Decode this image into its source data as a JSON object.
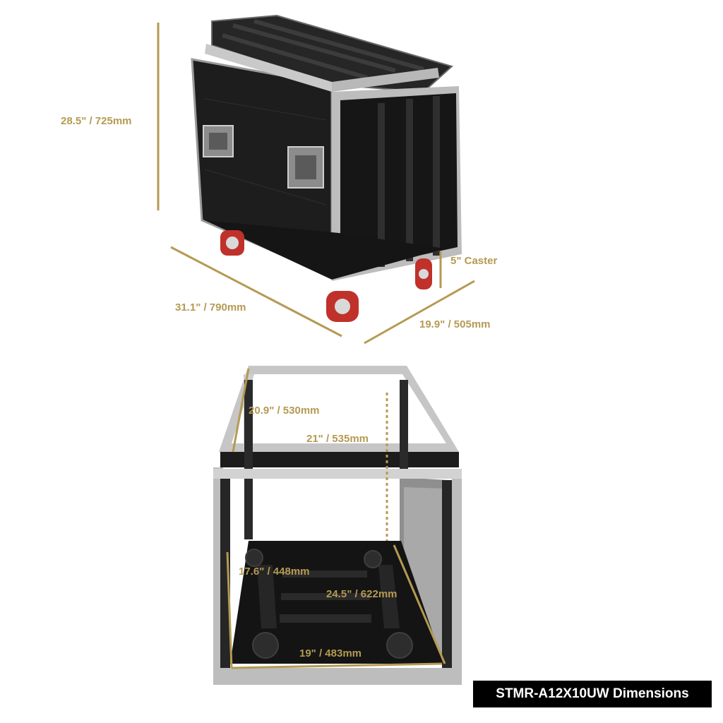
{
  "colors": {
    "dimension_accent": "#b59a53",
    "case_body": "#1b1b1b",
    "aluminum_trim": "#c9c9c9",
    "caster_wheel": "#c0312b",
    "badge_background": "#000000",
    "badge_text": "#ffffff"
  },
  "top_view": {
    "height_label": "28.5\" / 725mm",
    "length_label": "31.1\" / 790mm",
    "width_label": "19.9\" / 505mm",
    "caster_label": "5\" Caster"
  },
  "bottom_view": {
    "depth_label": "20.9\" / 530mm",
    "rail_depth_label": "21\" / 535mm",
    "inner_height_label": "17.6\" / 448mm",
    "inner_depth_label": "24.5\" / 622mm",
    "rack_width_label": "19\" / 483mm"
  },
  "badge": {
    "text": "STMR-A12X10UW Dimensions"
  }
}
